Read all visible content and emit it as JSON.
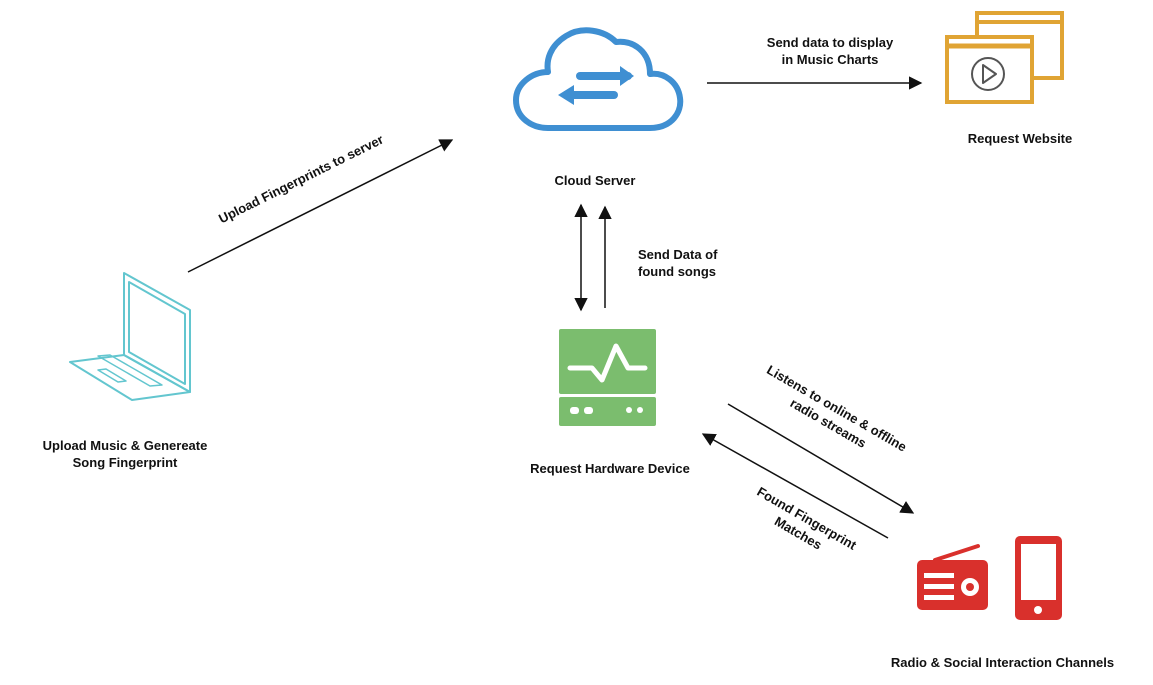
{
  "nodes": {
    "cloud_server": {
      "label": "Cloud Server",
      "icon": "cloud-sync-icon",
      "color": "#3f8fd2"
    },
    "request_website": {
      "label": "Request Website",
      "icon": "browser-windows-play-icon",
      "color": "#e0a434"
    },
    "upload_music": {
      "label_line1": "Upload Music & Genereate",
      "label_line2": "Song Fingerprint",
      "icon": "laptop-icon",
      "color": "#63c6cf"
    },
    "hardware_device": {
      "label": "Request Hardware Device",
      "icon": "pulse-device-icon",
      "color": "#7bbd6e"
    },
    "radio_social": {
      "label": "Radio & Social Interaction Channels",
      "icons": [
        "radio-icon",
        "smartphone-icon"
      ],
      "color": "#d9302c"
    }
  },
  "edges": {
    "upload_fingerprints": {
      "label": "Upload Fingerprints to server"
    },
    "send_to_charts": {
      "label_line1": "Send data to display",
      "label_line2": "in Music Charts"
    },
    "found_songs": {
      "label_line1": "Send Data of",
      "label_line2": "found songs"
    },
    "listens": {
      "label_line1": "Listens to online & offline",
      "label_line2": "radio streams"
    },
    "matches": {
      "label_line1": "Found Fingerprint",
      "label_line2": "Matches"
    }
  }
}
